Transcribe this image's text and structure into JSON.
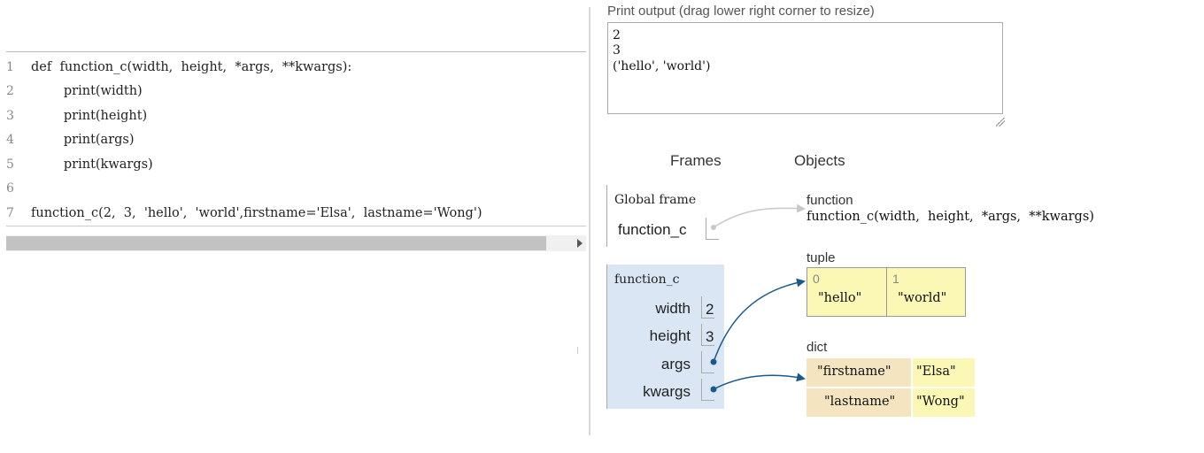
{
  "code": {
    "lines": [
      {
        "no": "1",
        "text": "def  function_c(width,  height,  *args,  **kwargs):"
      },
      {
        "no": "2",
        "text": "        print(width)"
      },
      {
        "no": "3",
        "text": "        print(height)"
      },
      {
        "no": "4",
        "text": "        print(args)"
      },
      {
        "no": "5",
        "text": "        print(kwargs)"
      },
      {
        "no": "6",
        "text": ""
      },
      {
        "no": "7",
        "text": "function_c(2,  3,  'hello',  'world',firstname='Elsa',  lastname='Wong')"
      }
    ]
  },
  "print_output": {
    "label": "Print output (drag lower right corner to resize)",
    "lines": [
      "2",
      "3",
      "('hello', 'world')"
    ]
  },
  "headers": {
    "frames": "Frames",
    "objects": "Objects"
  },
  "global_frame": {
    "title": "Global frame",
    "var_name": "function_c"
  },
  "function_frame": {
    "title": "function_c",
    "vars": [
      {
        "name": "width",
        "value": "2"
      },
      {
        "name": "height",
        "value": "3"
      },
      {
        "name": "args",
        "value": ""
      },
      {
        "name": "kwargs",
        "value": ""
      }
    ]
  },
  "objects": {
    "function": {
      "type": "function",
      "signature": "function_c(width,  height,  *args,  **kwargs)"
    },
    "tuple": {
      "type": "tuple",
      "items": [
        {
          "index": "0",
          "value": "\"hello\""
        },
        {
          "index": "1",
          "value": "\"world\""
        }
      ]
    },
    "dict": {
      "type": "dict",
      "entries": [
        {
          "key": "\"firstname\"",
          "value": "\"Elsa\""
        },
        {
          "key": "\"lastname\"",
          "value": "\"Wong\""
        }
      ]
    }
  },
  "colors": {
    "frame_bg": "#dbe6f4",
    "tuple_bg": "#fbf7b5",
    "dict_key_bg": "#f4e5c0",
    "pointer_arrow": "#1a5a8a",
    "function_arrow": "#c8c8c8"
  }
}
